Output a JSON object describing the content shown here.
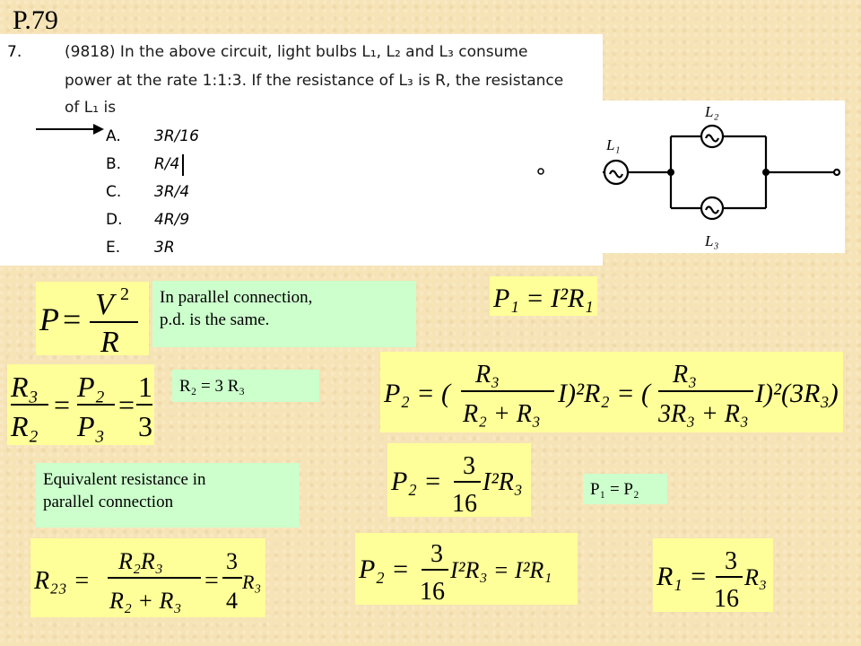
{
  "slide_label": "P.79",
  "question": {
    "number": "7.",
    "line1": "(9818) In the above circuit, light bulbs L₁, L₂ and L₃ consume",
    "line2": "power at the rate 1:1:3.  If the resistance of L₃ is R, the resistance",
    "line3": "of L₁ is",
    "options": [
      {
        "letter": "A.",
        "value": "3R/16"
      },
      {
        "letter": "B.",
        "value": "R/4"
      },
      {
        "letter": "C.",
        "value": "3R/4"
      },
      {
        "letter": "D.",
        "value": "4R/9"
      },
      {
        "letter": "E.",
        "value": "3R"
      }
    ]
  },
  "circuit": {
    "label_l1": "L₁",
    "label_l2": "L₂",
    "label_l3": "L₃"
  },
  "notes": {
    "parallel_line1": "In parallel connection,",
    "parallel_line2": "p.d. is the same.",
    "r2_relation": "R₂ = 3 R₃",
    "equivalent_line1": "Equivalent resistance in",
    "equivalent_line2": "parallel connection",
    "p1_equals_p2": "P₁ = P₂"
  },
  "equations": {
    "power_v": {
      "lhs": "P",
      "num": "V",
      "exp": "2",
      "den": "R"
    },
    "p1": {
      "text": "P₁ = I²R₁"
    },
    "ratio": {
      "r3": "R₃",
      "r2": "R₂",
      "p2": "P₂",
      "p3": "P₃",
      "one": "1",
      "three": "3"
    },
    "p2_long": {
      "part1": "P₂ = (",
      "frac1_num": "R₃",
      "frac1_den": "R₂ + R₃",
      "part2": "I)²R₂ = (",
      "frac2_num": "R₃",
      "frac2_den": "3R₃ + R₃",
      "part3": "I)²(3R₃)"
    },
    "p2_short": {
      "lhs": "P₂ =",
      "num": "3",
      "den": "16",
      "rhs": "I²R₃"
    },
    "r23": {
      "lhs": "R₂₃ =",
      "num": "R₂R₃",
      "den": "R₂ + R₃",
      "eq": "=",
      "num2": "3",
      "den2": "4",
      "rhs": "R₃"
    },
    "p2_p1": {
      "lhs": "P₂ =",
      "num": "3",
      "den": "16",
      "mid": "I²R₃ = I²R₁"
    },
    "r1": {
      "lhs": "R₁ =",
      "num": "3",
      "den": "16",
      "rhs": "R₃"
    }
  }
}
